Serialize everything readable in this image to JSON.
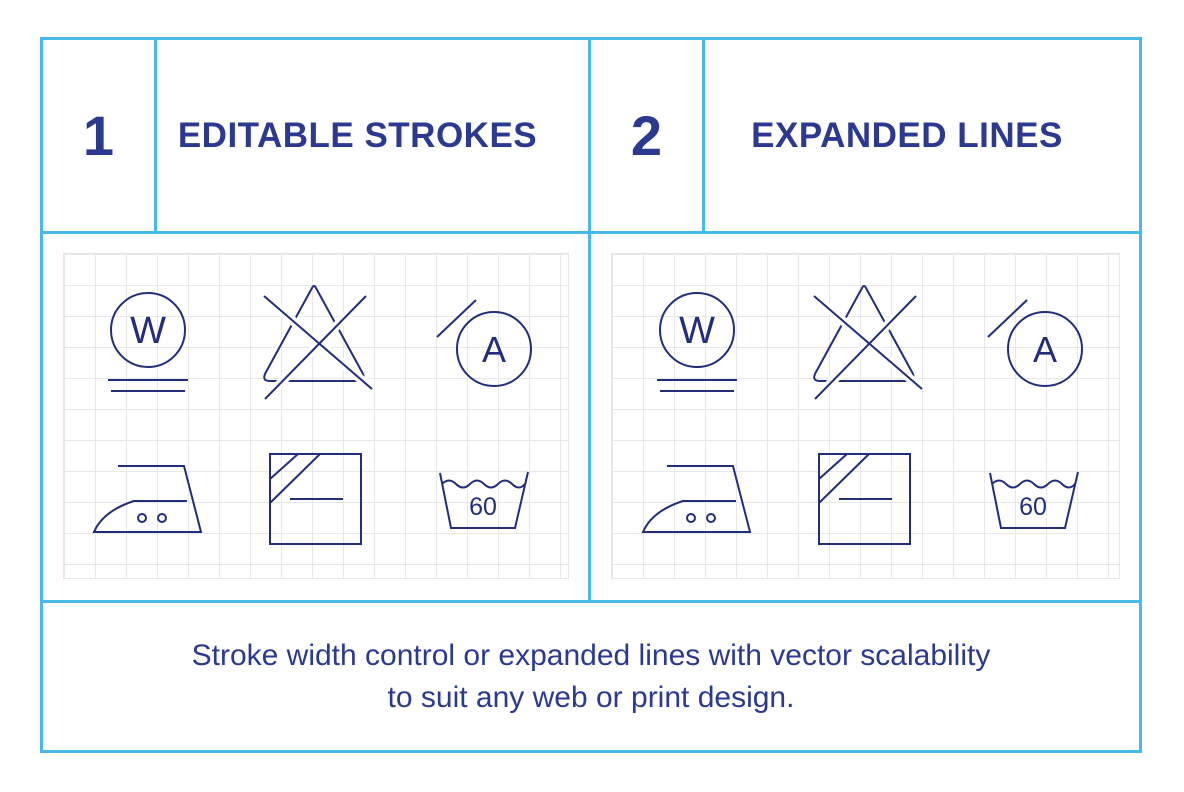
{
  "colors": {
    "frame_accent": "#49b8eb",
    "heading_navy": "#2b3990",
    "icon_stroke_navy": "#222e7c",
    "grid_line_gray": "#e7e7e7",
    "background": "#ffffff"
  },
  "panels": [
    {
      "number": "1",
      "title": "EDITABLE STROKES"
    },
    {
      "number": "2",
      "title": "EXPANDED LINES"
    }
  ],
  "icons": [
    {
      "name": "wet-cleaning-circle-icon",
      "label": "W"
    },
    {
      "name": "do-not-bleach-triangle-icon",
      "label": ""
    },
    {
      "name": "dry-clean-circle-icon",
      "label": "A"
    },
    {
      "name": "iron-icon",
      "label": ""
    },
    {
      "name": "dry-flat-in-shade-square-icon",
      "label": ""
    },
    {
      "name": "wash-temperature-tub-icon",
      "label": "60"
    }
  ],
  "caption": {
    "line1": "Stroke width control or expanded lines with vector scalability",
    "line2": "to suit any web or print design."
  }
}
